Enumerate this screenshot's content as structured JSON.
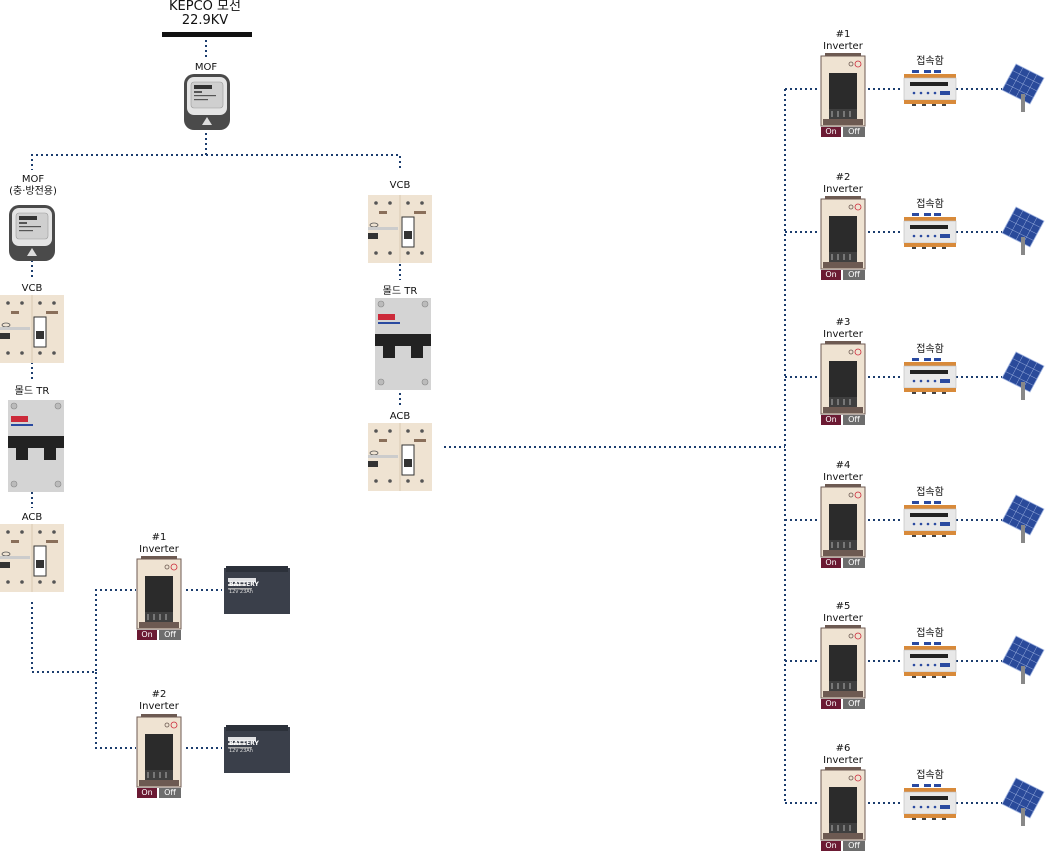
{
  "grid": {
    "title": [
      "KEPCO  모선",
      "22.9KV"
    ],
    "mof_main_label": "MOF",
    "mof_ess_label": [
      "MOF",
      "(충·방전용)"
    ],
    "vcb_label": "VCB",
    "tr_label": "몰드 TR",
    "acb_label": "ACB"
  },
  "ess_inverters": [
    {
      "label": [
        "#1",
        "Inverter"
      ],
      "on": "On",
      "off": "Off",
      "battery_text": [
        "BATTERY",
        "12v 23Ah"
      ]
    },
    {
      "label": [
        "#2",
        "Inverter"
      ],
      "on": "On",
      "off": "Off",
      "battery_text": [
        "BATTERY",
        "12v 23Ah"
      ]
    }
  ],
  "pv_inverters": [
    {
      "label": [
        "#1",
        "Inverter"
      ],
      "junction": "접속함",
      "on": "On",
      "off": "Off"
    },
    {
      "label": [
        "#2",
        "Inverter"
      ],
      "junction": "접속함",
      "on": "On",
      "off": "Off"
    },
    {
      "label": [
        "#3",
        "Inverter"
      ],
      "junction": "접속함",
      "on": "On",
      "off": "Off"
    },
    {
      "label": [
        "#4",
        "Inverter"
      ],
      "junction": "접속함",
      "on": "On",
      "off": "Off"
    },
    {
      "label": [
        "#5",
        "Inverter"
      ],
      "junction": "접속함",
      "on": "On",
      "off": "Off"
    },
    {
      "label": [
        "#6",
        "Inverter"
      ],
      "junction": "접속함",
      "on": "On",
      "off": "Off"
    }
  ],
  "colors": {
    "line": "#1c3d6e",
    "bus": "#111111",
    "cabinet": "#efe3d2",
    "panel_dark": "#2b2b2b",
    "on_bg": "#6b1a33",
    "off_bg": "#6d6d6d",
    "solar": "#2a4a9a",
    "accent_red": "#cc2a3a",
    "accent_blue": "#2a4aa0"
  },
  "icons": [
    "meter-icon",
    "breaker-icon",
    "transformer-icon",
    "inverter-icon",
    "battery-icon",
    "junction-box-icon",
    "solar-panel-icon"
  ]
}
